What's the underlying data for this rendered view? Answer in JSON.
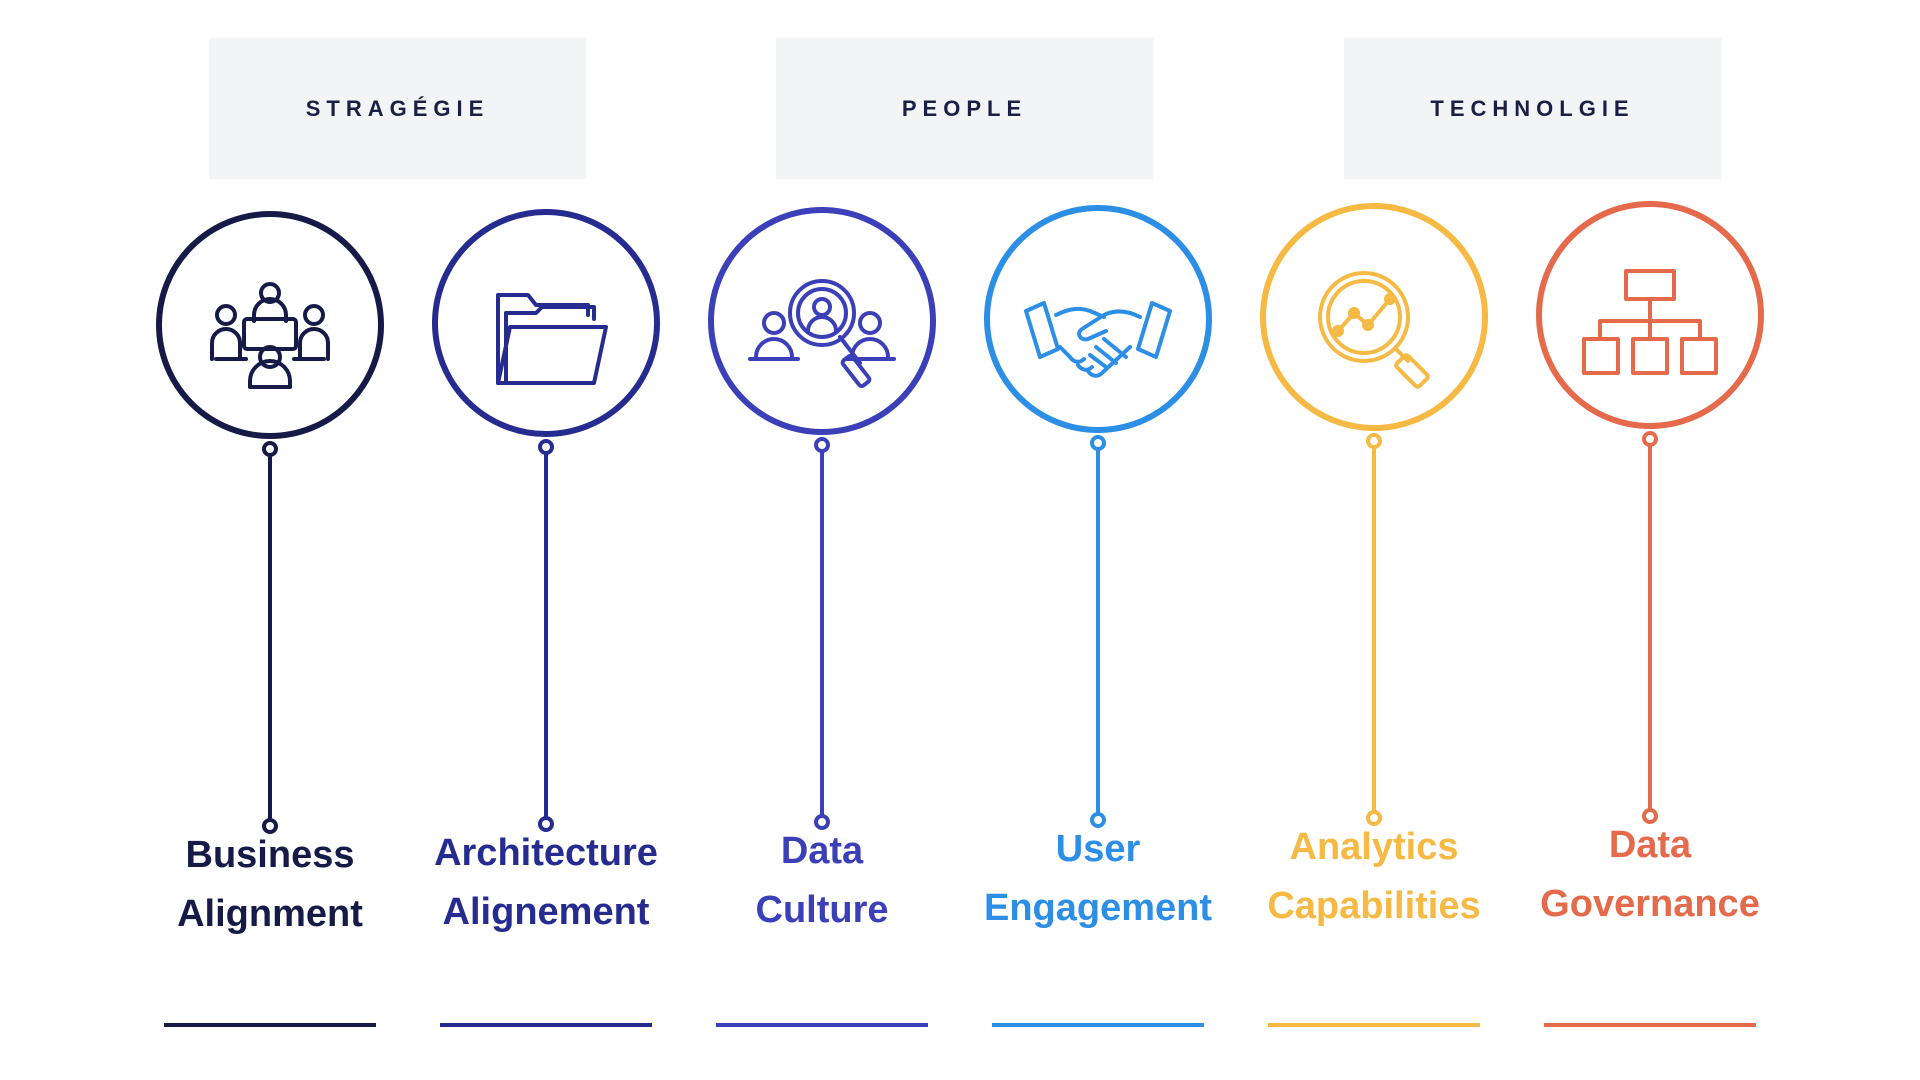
{
  "categories": [
    {
      "label": "STRAGÉGIE"
    },
    {
      "label": "PEOPLE"
    },
    {
      "label": "TECHNOLGIE"
    }
  ],
  "pillars": [
    {
      "line1": "Business",
      "line2": "Alignment",
      "color": "#161a47",
      "icon": "team-meeting-icon"
    },
    {
      "line1": "Architecture",
      "line2": "Alignement",
      "color": "#262c8f",
      "icon": "folder-icon"
    },
    {
      "line1": "Data",
      "line2": "Culture",
      "color": "#3b3fb8",
      "icon": "people-search-icon"
    },
    {
      "line1": "User",
      "line2": "Engagement",
      "color": "#2d8ee6",
      "icon": "handshake-icon"
    },
    {
      "line1": "Analytics",
      "line2": "Capabilities",
      "color": "#f5b944",
      "icon": "analytics-magnifier-icon"
    },
    {
      "line1": "Data",
      "line2": "Governance",
      "color": "#e56a4c",
      "icon": "hierarchy-chart-icon"
    }
  ]
}
